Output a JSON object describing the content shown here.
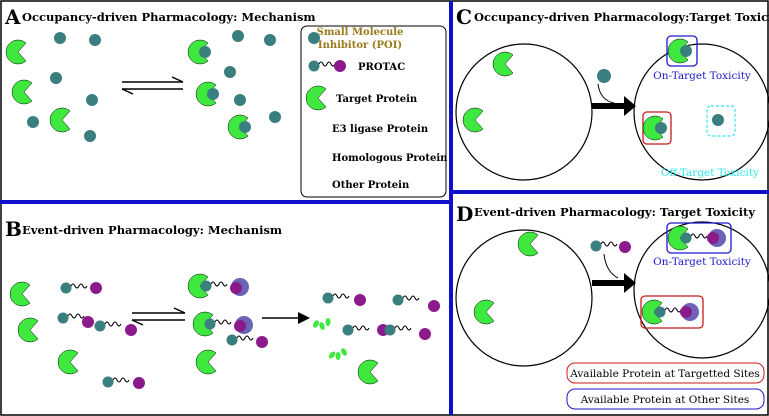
{
  "colors": {
    "target": "#3ee83e",
    "e3": "#6b63b5",
    "homologous": "#2ee6f0",
    "other": "#f7931e",
    "inhibitor": "#3a7f7f",
    "ligand": "#8b1a8b",
    "divider": "#1010c8",
    "onTarget": "#1a1acc",
    "offTarget": "#2ee6f0",
    "targetted": "#cc1a1a"
  },
  "panelA": {
    "letter": "A",
    "title": "Occupancy-driven Pharmacology: Mechanism"
  },
  "panelB": {
    "letter": "B",
    "title": "Event-driven Pharmacology: Mechanism"
  },
  "panelC": {
    "letter": "C",
    "title": "Occupancy-driven Pharmacology:Target Toxicity",
    "onTarget": "On-Target Toxicity",
    "offTarget": "Off-Target Toxicity"
  },
  "panelD": {
    "letter": "D",
    "title": "Event-driven Pharmacology: Target Toxicity",
    "onTarget": "On-Target Toxicity"
  },
  "legend": {
    "inhibitor1": "Small Molecule",
    "inhibitor2": "Inhibitor (POI)",
    "protac": "PROTAC",
    "target": "Target Protein",
    "e3": "E3 ligase Protein",
    "homologous": "Homologous Protein",
    "other": "Other Protein"
  },
  "keyBoxes": {
    "targetted": "Available Protein at Targetted Sites",
    "other": "Available Protein at Other Sites"
  }
}
